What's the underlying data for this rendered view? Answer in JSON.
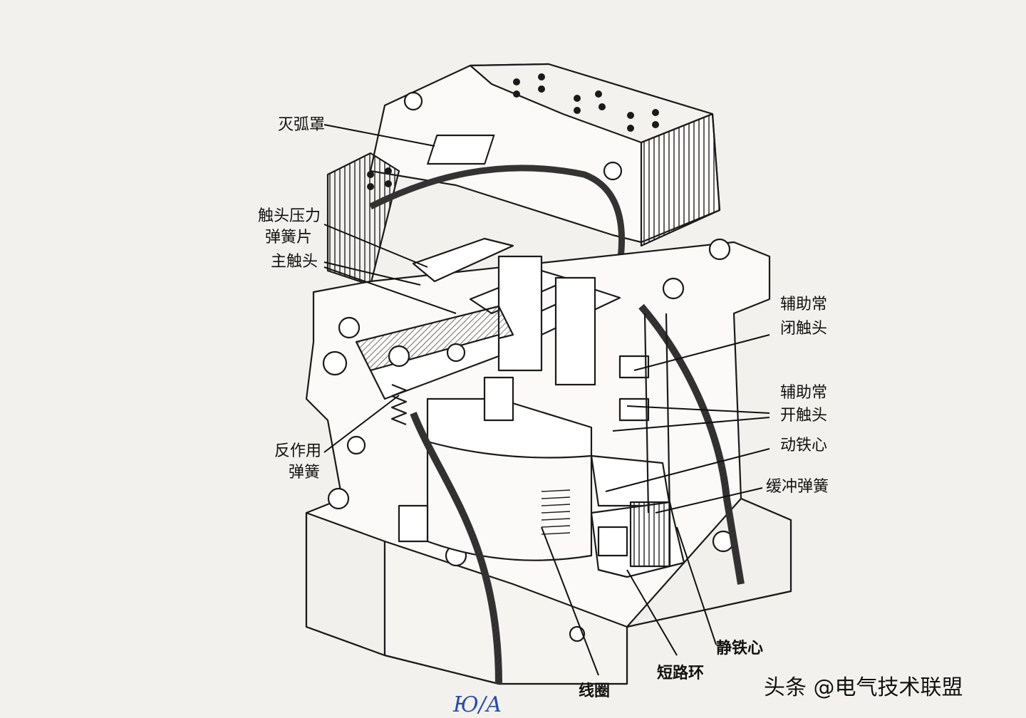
{
  "labels": {
    "arc_chute": "灭弧罩",
    "contact_pressure_spring_l1": "触头压力",
    "contact_pressure_spring_l2": "弹簧片",
    "main_contact": "主触头",
    "reaction_spring_l1": "反作用",
    "reaction_spring_l2": "弹簧",
    "aux_nc_l1": "辅助常",
    "aux_nc_l2": "闭触头",
    "aux_no_l1": "辅助常",
    "aux_no_l2": "开触头",
    "moving_core": "动铁心",
    "buffer_spring": "缓冲弹簧",
    "static_core": "静铁心",
    "short_ring": "短路环",
    "coil": "线圈"
  },
  "watermark": "头条 @电气技术联盟",
  "handwriting": "Ю/А"
}
